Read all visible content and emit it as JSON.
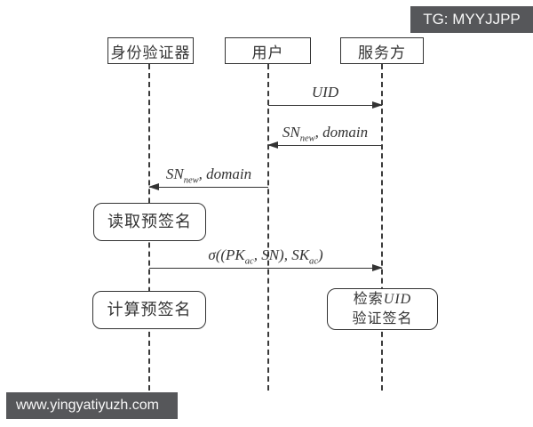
{
  "badges": {
    "tag": "TG: MYYJJPP",
    "watermark": "www.yingyatiyuzh.com"
  },
  "actors": [
    {
      "label": "身份验证器"
    },
    {
      "label": "用户"
    },
    {
      "label": "服务方"
    }
  ],
  "messages": [
    {
      "label": "UID",
      "from": "用户",
      "to": "服务方",
      "direction": "right"
    },
    {
      "label": "SN_{new}, domain",
      "from": "服务方",
      "to": "用户",
      "direction": "left"
    },
    {
      "label": "SN_{new}, domain",
      "from": "用户",
      "to": "身份验证器",
      "direction": "left"
    },
    {
      "label": "σ((PK_{ac}, SN), SK_{ac})",
      "from": "身份验证器",
      "to": "服务方",
      "direction": "right"
    }
  ],
  "activities": [
    {
      "actor": "身份验证器",
      "lines": [
        "读取预签名"
      ]
    },
    {
      "actor": "身份验证器",
      "lines": [
        "计算预签名"
      ]
    },
    {
      "actor": "服务方",
      "lines": [
        "检索UID",
        "验证签名"
      ]
    }
  ],
  "colors": {
    "line": "#333333",
    "badge_bg": "#56575a",
    "badge_text": "#f8f8f8",
    "background": "#ffffff"
  }
}
